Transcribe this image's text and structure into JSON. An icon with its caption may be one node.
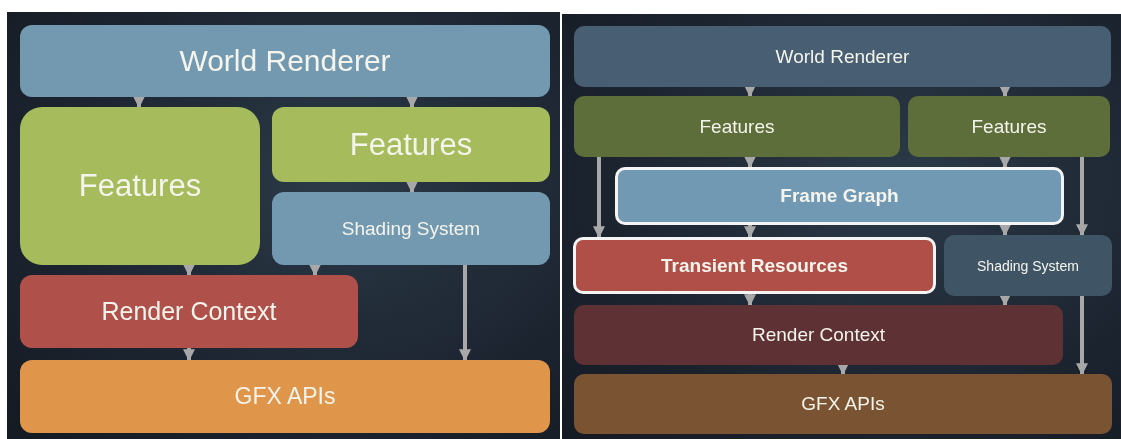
{
  "diagram": {
    "nodes": [
      {
        "text": [
          "World Renderer"
        ]
      },
      {
        "text": [
          "Features"
        ]
      },
      {
        "text": [
          "Features"
        ]
      },
      {
        "text": [
          "Shading System"
        ]
      },
      {
        "text": [
          "Render Context"
        ]
      },
      {
        "text": [
          "GFX APIs"
        ]
      },
      {
        "text": [
          "World Renderer"
        ]
      },
      {
        "text": [
          "Features"
        ]
      },
      {
        "text": [
          "Features"
        ]
      },
      {
        "text": [
          "Frame Graph"
        ]
      },
      {
        "text": [
          "Transient Resources"
        ]
      },
      {
        "text": [
          "Shading System"
        ]
      },
      {
        "text": [
          "Render Context"
        ]
      },
      {
        "text": [
          "GFX APIs"
        ]
      }
    ],
    "edges": [
      {
        "from": 0,
        "to": 1,
        "arrow": "to"
      },
      {
        "from": 0,
        "to": 2,
        "arrow": "to"
      },
      {
        "from": 2,
        "to": 3,
        "arrow": "to"
      },
      {
        "from": 1,
        "to": 4,
        "arrow": "to"
      },
      {
        "from": 3,
        "to": 4,
        "arrow": "to"
      },
      {
        "from": 3,
        "to": 5,
        "arrow": "to"
      },
      {
        "from": 4,
        "to": 5,
        "arrow": "to"
      },
      {
        "from": 6,
        "to": 7,
        "arrow": "to"
      },
      {
        "from": 6,
        "to": 8,
        "arrow": "to"
      },
      {
        "from": 7,
        "to": 9,
        "arrow": "to"
      },
      {
        "from": 8,
        "to": 9,
        "arrow": "to"
      },
      {
        "from": 7,
        "to": 10,
        "arrow": "to"
      },
      {
        "from": 9,
        "to": 10,
        "arrow": "to"
      },
      {
        "from": 9,
        "to": 11,
        "arrow": "to"
      },
      {
        "from": 8,
        "to": 11,
        "arrow": "to"
      },
      {
        "from": 10,
        "to": 12,
        "arrow": "to"
      },
      {
        "from": 11,
        "to": 12,
        "arrow": "to"
      },
      {
        "from": 12,
        "to": 13,
        "arrow": "to"
      },
      {
        "from": 11,
        "to": 13,
        "arrow": "to"
      }
    ]
  }
}
